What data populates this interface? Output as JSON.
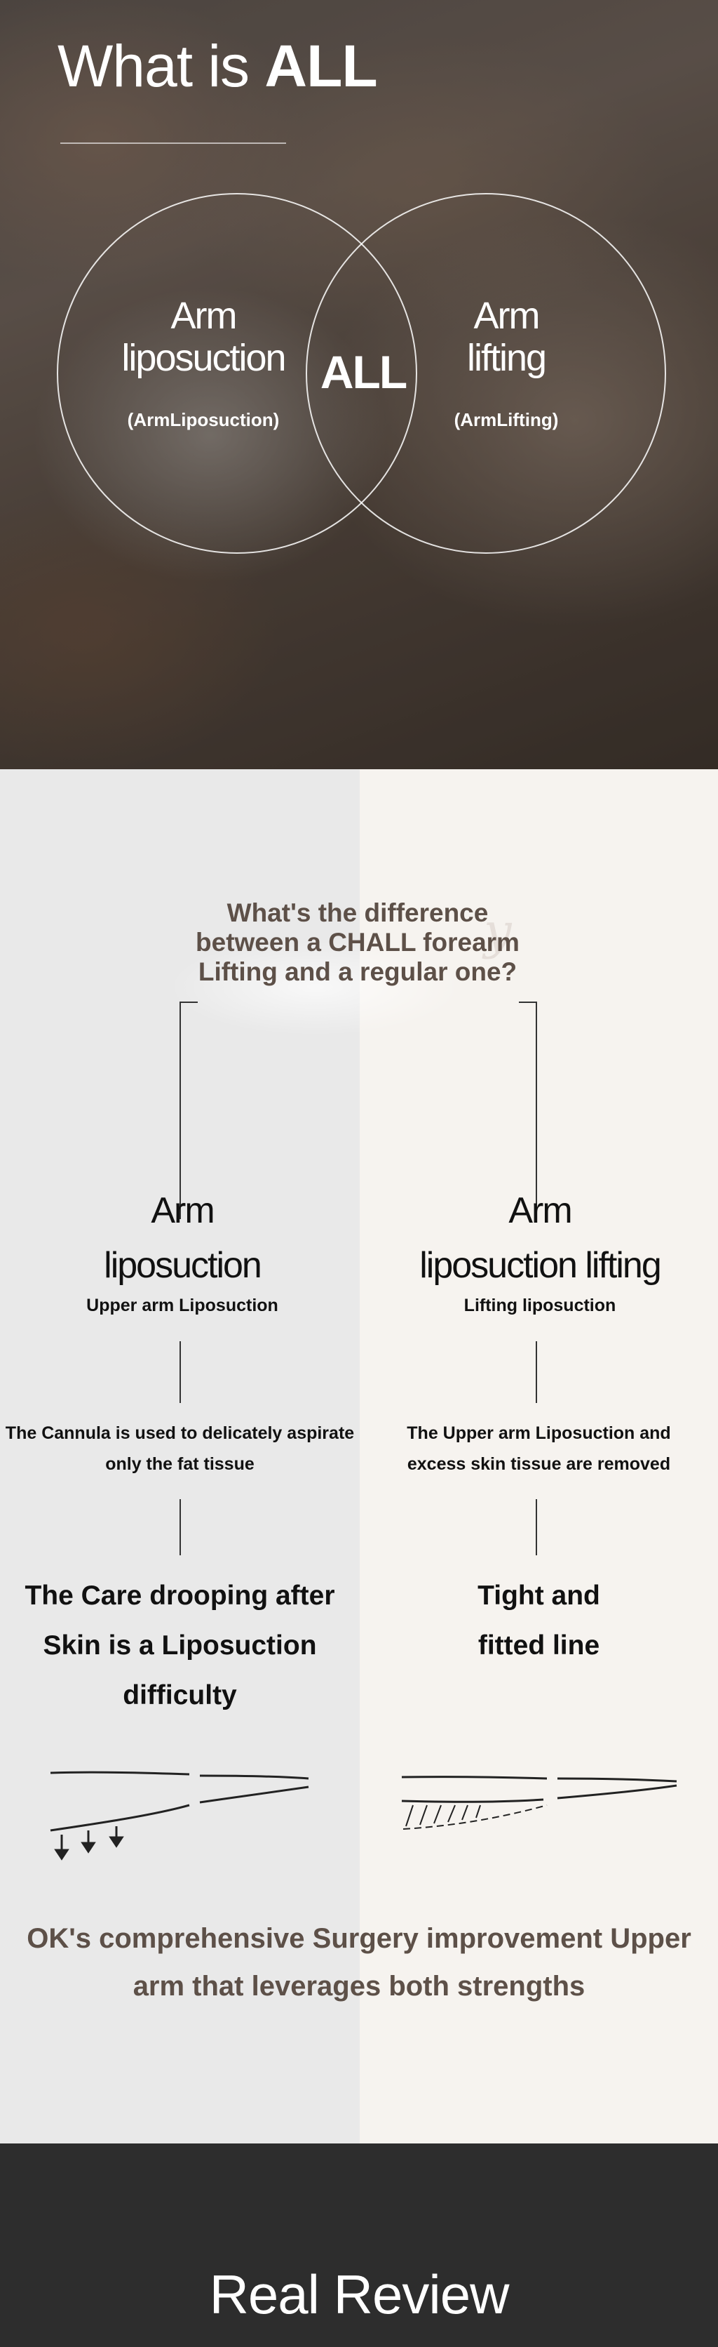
{
  "hero": {
    "title_prefix": "What is ",
    "title_bold": "ALL",
    "left_circle": {
      "title_line1": "Arm",
      "title_line2": "liposuction",
      "subtitle": "(ArmLiposuction)"
    },
    "right_circle": {
      "title_line1": "Arm",
      "title_line2": "lifting",
      "subtitle": "(ArmLifting)"
    },
    "center_label": "ALL"
  },
  "compare": {
    "question_line1": "What's the difference",
    "question_line2": "between a CHALL forearm",
    "question_line3": "Lifting and a regular one?",
    "watermark": "y",
    "left": {
      "title_line1": "Arm",
      "title_line2": "liposuction",
      "subtitle": "Upper arm Liposuction",
      "desc_line1": "The Cannula is used to delicately aspirate",
      "desc_line2": "only the fat tissue",
      "result_line1": "The Care drooping after",
      "result_line2": "Skin is a Liposuction",
      "result_line3": "difficulty"
    },
    "right": {
      "title_line1": "Arm",
      "title_line2": "liposuction lifting",
      "subtitle": "Lifting liposuction",
      "desc_line1": "The Upper arm Liposuction and",
      "desc_line2": "excess skin tissue are removed",
      "result_line1": "Tight and",
      "result_line2": "fitted line"
    },
    "closing_line1": "OK's comprehensive Surgery improvement Upper",
    "closing_line2": "arm that leverages both strengths",
    "colors": {
      "left_bg": "#e9e9e9",
      "right_bg": "#f6f3ef",
      "accent_text": "#5d5048"
    }
  },
  "footer": {
    "title": "Real Review",
    "bg": "#2d2d2d"
  }
}
